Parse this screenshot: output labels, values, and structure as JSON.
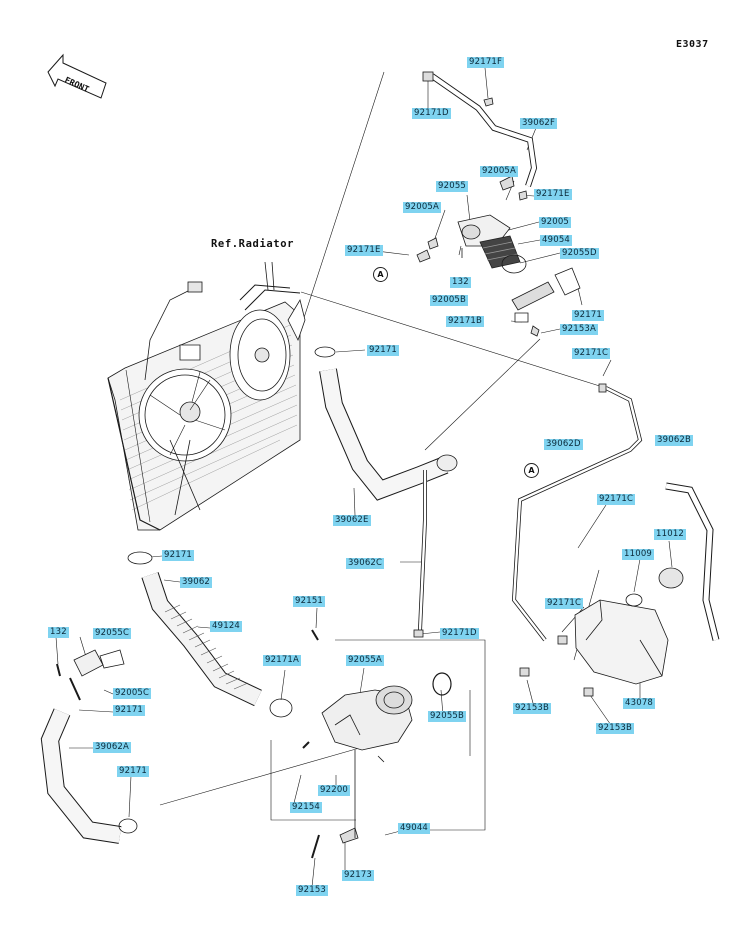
{
  "diagram_code": "E3037",
  "reference_label": "Ref.Radiator",
  "front_arrow_label": "FRONT",
  "connector_letters": {
    "a1": "A",
    "a2": "A"
  },
  "colors": {
    "label_bg": "#7fd3f0",
    "line": "#1a1a1a",
    "part_fill": "#f2f2f2",
    "shade": "#bdbdbd"
  },
  "part_labels": {
    "p92171F": "92171F",
    "p92171D": "92171D",
    "p39062F": "39062F",
    "p92005A_top": "92005A",
    "p92055_top": "92055",
    "p92171E_right": "92171E",
    "p92005A_left": "92005A",
    "p92005": "92005",
    "p49054": "49054",
    "p92171E_left": "92171E",
    "p92055D": "92055D",
    "p132_top": "132",
    "p92005B": "92005B",
    "p92171_tr": "92171",
    "p92171B": "92171B",
    "p92153A": "92153A",
    "p92171_hose": "92171",
    "p92171C_top": "92171C",
    "p39062B": "39062B",
    "p39062D": "39062D",
    "p92171C_mid": "92171C",
    "p11012": "11012",
    "p11009": "11009",
    "p39062E": "39062E",
    "p92171_left": "92171",
    "p39062C": "39062C",
    "p39062": "39062",
    "p92151": "92151",
    "p92171C_low": "92171C",
    "p132_left": "132",
    "p92055C": "92055C",
    "p49124": "49124",
    "p92171D_low": "92171D",
    "p92171A": "92171A",
    "p92055A": "92055A",
    "p92005C": "92005C",
    "p92171_low": "92171",
    "p92055B": "92055B",
    "p92153B_a": "92153B",
    "p43078": "43078",
    "p92153B_b": "92153B",
    "p39062A": "39062A",
    "p92200": "92200",
    "p92171_bottom": "92171",
    "p92154": "92154",
    "p49044": "49044",
    "p92173": "92173",
    "p92153_bottom": "92153"
  }
}
